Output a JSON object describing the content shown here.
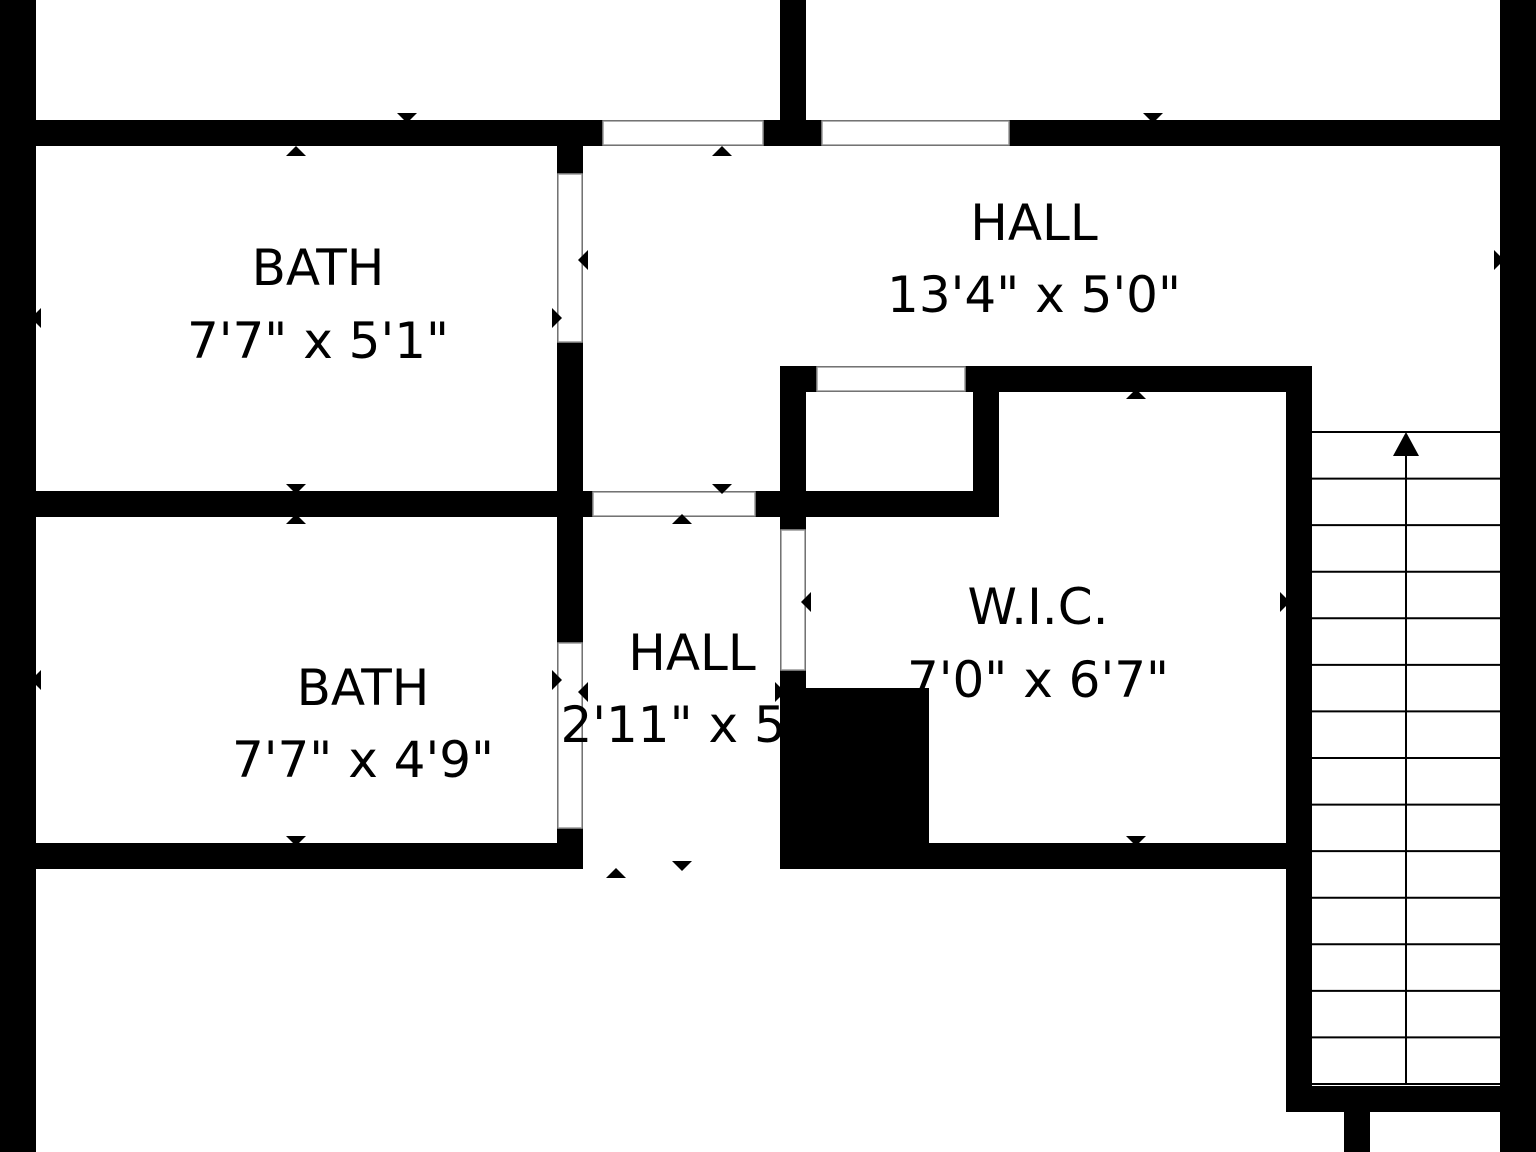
{
  "colors": {
    "wall": "#000000",
    "background": "#ffffff",
    "door_fill": "#ffffff",
    "door_stroke": "#999999"
  },
  "rooms": [
    {
      "id": "bath-upper",
      "name": "BATH",
      "dims": "7'7\" x 5'1\""
    },
    {
      "id": "hall-main",
      "name": "HALL",
      "dims": "13'4\" x 5'0\""
    },
    {
      "id": "bath-lower",
      "name": "BATH",
      "dims": "7'7\" x 4'9\""
    },
    {
      "id": "hall-small",
      "name": "HALL",
      "dims": "2'11\" x 5'"
    },
    {
      "id": "wic",
      "name": "W.I.C.",
      "dims": "7'0\" x 6'7\""
    }
  ],
  "stairs": {
    "direction": "up",
    "treads": 14
  },
  "dimension_markers": "triangle ticks marking room extents"
}
